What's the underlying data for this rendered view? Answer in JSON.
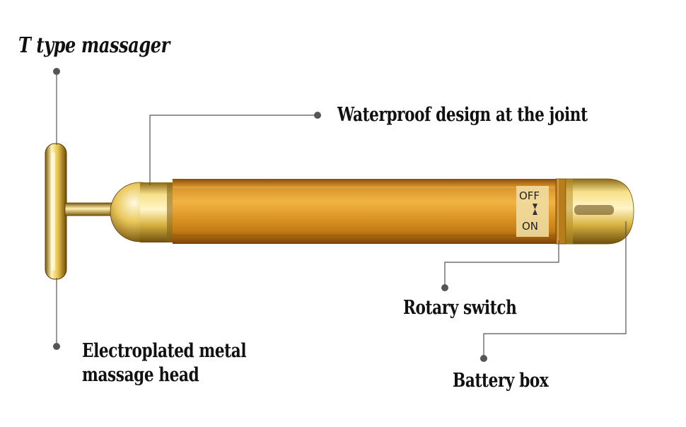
{
  "labels": {
    "t_type": "T type massager",
    "waterproof": "Waterproof design at the joint",
    "rotary": "Rotary switch",
    "battery": "Battery box",
    "head_line1": "Electroplated metal",
    "head_line2": "massage head"
  },
  "switch": {
    "off": "OFF",
    "on": "ON"
  },
  "colors": {
    "gold_dark": "#a8620a",
    "gold_mid": "#e7a63a",
    "gold_light": "#ffe59a",
    "leader_line": "#555555"
  }
}
